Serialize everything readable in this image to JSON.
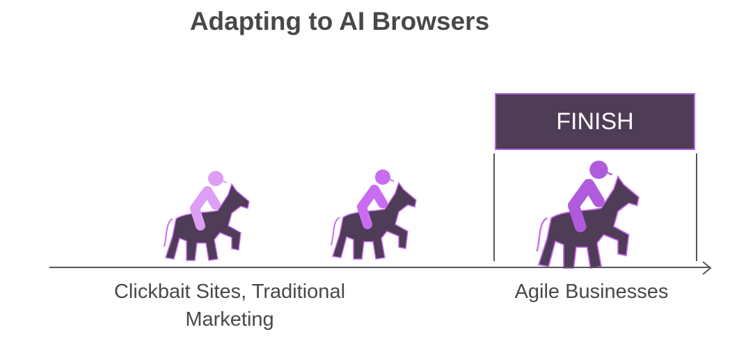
{
  "title": "Adapting to AI Browsers",
  "finish": {
    "label": "FINISH",
    "fill": "#4f3c57",
    "border": "#b366e0"
  },
  "riders": [
    {
      "name": "rider-1",
      "jockey_color": "#dd9ef6",
      "horse_color": "#4f3c57"
    },
    {
      "name": "rider-2",
      "jockey_color": "#c96cf2",
      "horse_color": "#4f3c57"
    },
    {
      "name": "rider-3",
      "jockey_color": "#b05bdb",
      "horse_color": "#4f3c57"
    }
  ],
  "labels": {
    "left": "Clickbait Sites, Traditional Marketing",
    "left_line1": "Clickbait Sites, Traditional",
    "left_line2": "Marketing",
    "right": "Agile Businesses"
  },
  "colors": {
    "axis": "#555555",
    "text": "#484848"
  }
}
